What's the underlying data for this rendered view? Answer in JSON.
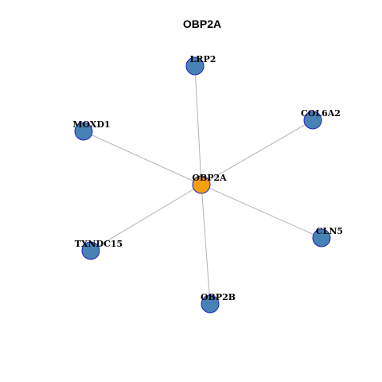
{
  "title": "OBP2A",
  "colors": {
    "center_fill": "#f5a00f",
    "leaf_fill": "#4682b4",
    "node_border": "#2020c8",
    "edge": "#b4b4b4"
  },
  "graph": {
    "center": "OBP2A",
    "nodes": [
      {
        "id": "OBP2A",
        "label": "OBP2A",
        "role": "center"
      },
      {
        "id": "LRP2",
        "label": "LRP2",
        "role": "leaf"
      },
      {
        "id": "COL6A2",
        "label": "COL6A2",
        "role": "leaf"
      },
      {
        "id": "MOXD1",
        "label": "MOXD1",
        "role": "leaf"
      },
      {
        "id": "CLN5",
        "label": "CLN5",
        "role": "leaf"
      },
      {
        "id": "TXNDC15",
        "label": "TXNDC15",
        "role": "leaf"
      },
      {
        "id": "OBP2B",
        "label": "OBP2B",
        "role": "leaf"
      }
    ],
    "edges": [
      {
        "source": "OBP2A",
        "target": "LRP2"
      },
      {
        "source": "OBP2A",
        "target": "COL6A2"
      },
      {
        "source": "OBP2A",
        "target": "MOXD1"
      },
      {
        "source": "OBP2A",
        "target": "CLN5"
      },
      {
        "source": "OBP2A",
        "target": "TXNDC15"
      },
      {
        "source": "OBP2A",
        "target": "OBP2B"
      }
    ]
  }
}
